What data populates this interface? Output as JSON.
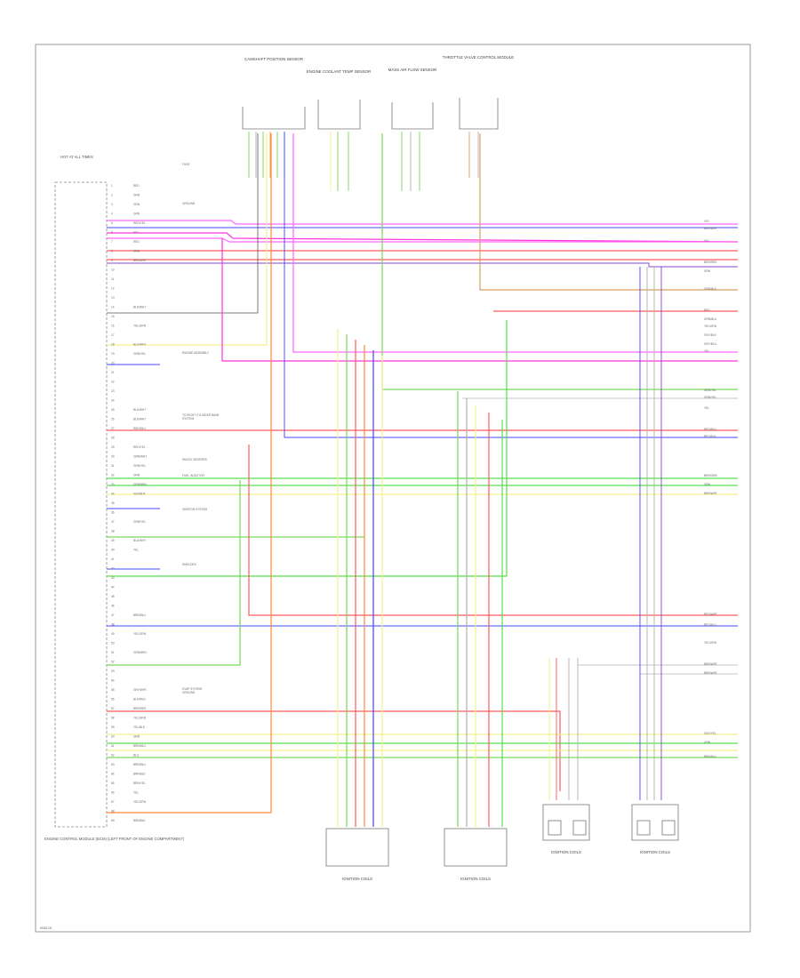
{
  "page_code": "W082131",
  "frame_color": "#9a9a9a",
  "wire_colors": {
    "pink": "#ff66ff",
    "magenta": "#ff33dd",
    "red": "#ff5a5a",
    "green": "#7ad65a",
    "bright_green": "#55e04a",
    "yellow": "#f2f08a",
    "blue": "#4444ff",
    "orange": "#ff8a3a",
    "tan": "#d9a060",
    "grey": "#b0b0b0",
    "purple": "#8844cc",
    "black": "#555555"
  },
  "components": {
    "engine_control_module": "ENGINE CONTROL MODULE (ECM) (LEFT FRONT OF ENGINE COMPARTMENT)",
    "ignition_coils_1": "IGNITION COILS",
    "ignition_coils_2": "IGNITION COILS",
    "ignition_coils_3": "IGNITION COILS",
    "ignition_coils_4": "IGNITION COILS",
    "top_1": "CAMSHAFT POSITION SENSOR",
    "top_2": "ENGINE COOLANT TEMP SENSOR",
    "top_3": "MASS AIR FLOW SENSOR",
    "top_4": "THROTTLE VALVE CONTROL MODULE",
    "left_ref": "HOT AT ALL TIMES"
  },
  "pin_labels": [
    "RED",
    "GRN",
    "GRN",
    "GRN",
    "RED/YEL",
    "VIO",
    "RED",
    "GRN",
    "BRN/WHT",
    "",
    "",
    "",
    "",
    "BLK/WHT",
    "",
    "YEL/GRN",
    "",
    "BLU/WHT",
    "GRN/YEL",
    "",
    "",
    "",
    "",
    "",
    "BLK/WHT",
    "BLK/WHT",
    "RED/BLU",
    "",
    "RED/YEL",
    "GRN/WHT",
    "GRN/YEL",
    "GRN",
    "GRN/BRN",
    "VIO/WHT",
    "",
    "",
    "GRN/YEL",
    "",
    "BLU/WHT",
    "YEL",
    "",
    "",
    "",
    "",
    "",
    "",
    "BRN/BLU",
    "",
    "YEL/GRN",
    "",
    "GRN/BRN",
    "",
    "",
    "",
    "GRY/WHT",
    "BLK/RED",
    "BRN/RED",
    "YEL/GRN",
    "YEL/BLK",
    "GRN",
    "BRN/BLU",
    "BLU",
    "BRN/BLU",
    "BRN/BLK",
    "BRN/YEL",
    "YEL",
    "YEL/GRN",
    "",
    "BRN/BLK"
  ],
  "right_labels": [
    "VIO",
    "BRN/WHT",
    "VIO",
    "BRN/RED",
    "GRN",
    "GRN/BLK",
    "RED",
    "GRN/BLU",
    "YEL/GRN",
    "GRY/BLK",
    "GRY/BLU",
    "YEL",
    "GRN/YEL",
    "GRN/YEL",
    "YEL",
    "RED/BLU",
    "RED/BLK",
    "BRN/GRN",
    "GRN",
    "BRN/WHT",
    "RED/WHT",
    "RED/BLU",
    "YEL/GRN",
    "BRN/WHT",
    "BRN/WHT",
    "GRY/YEL",
    "GRN",
    "BRN/BLU"
  ],
  "side_notes": [
    "FUSE",
    "GROUND",
    "ENGINE ASSEMBLY",
    "TO RIGHT CYLINDER BANK",
    "SYSTEM",
    "KNOCK SENSORS",
    "FUEL INJECTOR",
    "IGNITION SYSTEM",
    "SHIELDED",
    "EVAP SYSTEM",
    "GROUND"
  ]
}
